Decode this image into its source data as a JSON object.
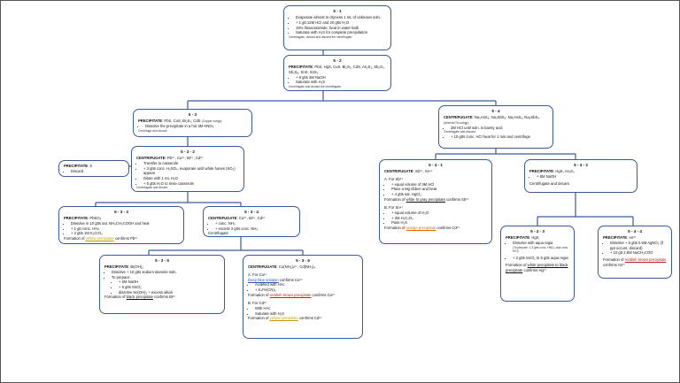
{
  "colors": {
    "border": "#3a5a9a",
    "yellow": "#c79a00",
    "red": "#b2221b",
    "orange": "#d86a00",
    "blue": "#2a56b5"
  },
  "nodes": {
    "n1": {
      "title": "5 - 1",
      "items": [
        "Evaporate almost to dryness 1 mL of unknown soln.",
        "+ 1 gtt 12M HCl and 20 gtts H₂O",
        "15% thioacetamide, heat in water bath",
        "Saturate with H₂S for complete precipitation"
      ],
      "note": "Centrifugate, decant and discard the centrifugate."
    },
    "n2": {
      "label": "PRECIPITATE",
      "text": "PbS, HgS, CuS, Bi₂S₃, CdS, As₂S₃, Sb₂S₃, Sb₂S₅, SnS, SnS₂",
      "items": [
        "+ 8 gtts 3M NaOH",
        "Saturate with H₂S"
      ],
      "note": "Centrifugate and decant the centrifugate."
    },
    "n3": {
      "title": "5 - 3",
      "label": "PRECIPITATE",
      "text": "PbS, CuS, Bi₂S₃, CdS",
      "tag": "(Copper subgp)",
      "items": [
        "Dissolve the precipitate in a hot 3M HNO₃"
      ],
      "note": "Centrifuge and decant"
    },
    "n4": {
      "title": "5 - 4",
      "label": "CENTRIFUGATE",
      "text": "Na₃AsS₃, Na₃SbS₃, Na₂AsS₄, Na₃SbS₄",
      "tag": "(Arsenic/Tin subgp)",
      "items": [
        "3M HCl until soln. is barely acid",
        "+ 10 gtts conc. HCl heat for 1 min and centrifuge"
      ],
      "note": "Centrifugate and discard"
    },
    "n32": {
      "title": "5 - 3 - 2",
      "label": "CENTRIFUGATE",
      "text": "Pb²⁺, Cu²⁺, Bi³⁺, Cd²⁺",
      "items": [
        "Transfer to casserole",
        "+ 3 gtts conc. H₂SO₄, evaporate until white fumes (SO₃) appear",
        "Dilute with 1 mL H₂O",
        "+ 5 gtts H₂O to rinse casserole"
      ],
      "note": "Centrifugate and decant"
    },
    "nPS": {
      "label": "PRECIPITATE",
      "text": "S",
      "items": [
        "Discard"
      ]
    },
    "n33": {
      "title": "5 - 3 - 3",
      "label": "PRECIPITATE",
      "text": "PbSO₄",
      "items": [
        "Dissolve in 10 gtts sat. NH₄CH₃COOH and heat",
        "+ 1 gtt conc. HAc",
        "+ 2 gtts 1M K₂CrO₄"
      ],
      "pre": "Formation of ",
      "hl": "yellow precipitate",
      "post": " confirms Pb²⁺"
    },
    "n34": {
      "title": "5 - 3 - 4",
      "label": "CENTRIFUGATE",
      "text": "Cu²⁺, Bi³⁺, Cd²⁺",
      "items": [
        "+ conc. NH₃",
        "+ excess 3 gtts conc. NH₃"
      ],
      "note": "Centrifugate"
    },
    "n35": {
      "title": "5 - 3 - 5",
      "label": "PRECIPITATE",
      "text": "Bi(OH)₃",
      "items": [
        "Dissolve + 10 gtts sodium stannite soln.",
        "To prepare:"
      ],
      "sub": [
        "+ 6M NaOH",
        "+ 5 gtts SnCl₂",
        "dissolve Sn(OH)₂ + excess alkali"
      ],
      "pre": "Formation of ",
      "hl": "black precipitate",
      "post": " confirms Bi³⁺"
    },
    "n36": {
      "title": "5 - 3 - 6",
      "label": "CENTRIFUGATE",
      "text": "Cu(NH₃)₄²⁺, Cd(NH₃)₄",
      "aLabel": "A. For Cu²⁺",
      "aHl": "Deep blue solution",
      "aPost": " confirms Cu²⁺",
      "aItems": [
        "Acidified with HAc",
        "+ K₄Fe(CN)₆"
      ],
      "aPre": "Formation of ",
      "aHl2": "reddish brown precipitate",
      "aPost2": " confirms Cu²⁺",
      "bLabel": "B. For Cd²⁺",
      "bItems": [
        "With HAc",
        "Saturate with H₂S"
      ],
      "bPre": "Formation of ",
      "bHl": "yellow precipitate",
      "bPost": " confirms Cd²⁺"
    },
    "n41": {
      "title": "5 - 4 - 1",
      "label": "CENTRIFUGATE",
      "text": "Sb³⁺, Sn⁴⁺",
      "aLabel": "A. For Sb³⁺",
      "aItems": [
        "+ equal volume of 3M HCl",
        "Place a Mg ribbon and heat",
        "+ 4 gtts sat. HgCl₂"
      ],
      "aPre": "Formation of ",
      "aHl": "white to gray precipitate",
      "aPost": " confirms Sb³⁺",
      "bLabel": "B. For Sn⁴⁺",
      "bItems": [
        "+ equal volume of H₂O",
        "+ 3M H₂C₂O₄",
        "Pass H₂S"
      ],
      "bPre": "Formation of ",
      "bHl": "orange precipitate",
      "bPost": " confirms Cd²⁺"
    },
    "n42": {
      "title": "5 - 4 - 2",
      "label": "PRECIPITATE",
      "text": "HgS, As₂S₃",
      "items": [
        "+ 8M NaOH"
      ],
      "note": "Centrifugate and decant"
    },
    "n43": {
      "title": "5 - 4 - 3",
      "label": "PRECIPITATE",
      "text": "HgS",
      "items": [
        "Dissolve with aqua regia"
      ],
      "note": "(To prepare: 1:3 gtts conc. HNO₃ and conc. HCl)",
      "items2": [
        "+ 2 gtts SnCl₂ to 5 gtts aqua regia"
      ],
      "pre": "Formation of ",
      "hl": "white precipitate to black precipitate",
      "post": " confirms Hg²⁺"
    },
    "n44": {
      "title": "5 - 4 - 4",
      "label": "PRECIPITATE",
      "text": "As³⁺",
      "items": [
        "Dissolve + 5 gtts 0.5M AgNO₃ (if ppt occurs, discard)",
        "+ 10 gtt 2.5M NaCH₃COO"
      ],
      "pre": "Formation of ",
      "hl": "reddish brown precipitate",
      "post": " confirms As³⁺"
    }
  }
}
